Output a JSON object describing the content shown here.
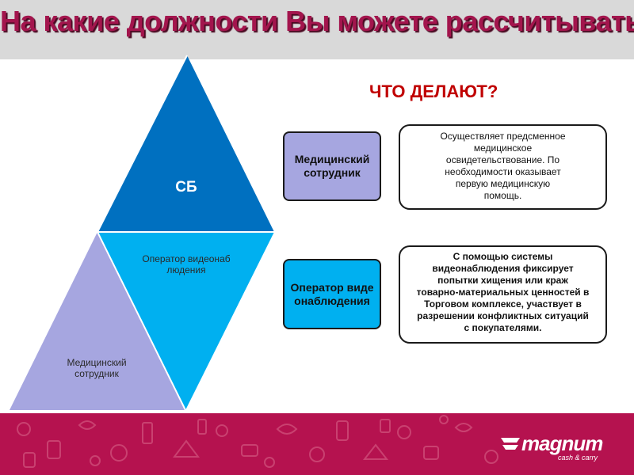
{
  "title": "На какие должности Вы можете рассчитывать",
  "pyramid": {
    "top_label": "СБ",
    "middle_label": "Оператор видеонаблюдения",
    "bottom_label": "Медицинский сотрудник",
    "colors": {
      "top": "#0070c0",
      "middle": "#00b0f0",
      "bottom": "#a6a6e0"
    }
  },
  "question": "ЧТО ДЕЛАЮТ?",
  "roles": [
    {
      "name": "Медицинский сотрудник",
      "color": "#a6a6e0",
      "description_lines": [
        "Осуществляет предсменное",
        "медицинское",
        "освидетельствование. По",
        "необходимости оказывает",
        "первую медицинскую",
        "помощь."
      ]
    },
    {
      "name": "Оператор видеонаблюдения",
      "color": "#00b0f0",
      "description_lines": [
        "С помощью системы",
        "видеонаблюдения фиксирует",
        "попытки хищения или краж",
        "товарно-материальных ценностей в",
        "Торговом комплексе, участвует в",
        "разрешении конфликтных ситуаций",
        "с покупателями."
      ]
    }
  ],
  "footer": {
    "color": "#b5124f",
    "logo": {
      "name": "magnum",
      "subtitle": "cash & carry"
    }
  }
}
